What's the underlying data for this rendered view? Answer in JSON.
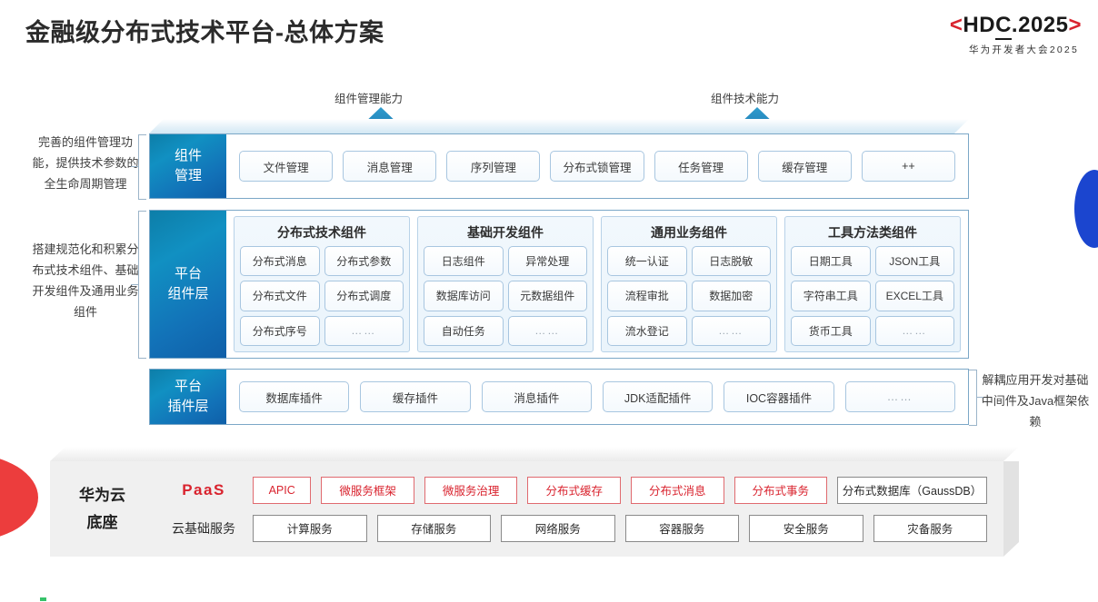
{
  "header": {
    "title": "金融级分布式技术平台-总体方案",
    "logo": {
      "bracket_left": "<",
      "text_a": "HD",
      "text_b": "C",
      "text_c": ".2025",
      "bracket_right": ">",
      "subtitle": "华为开发者大会2025",
      "bracket_color": "#d9232e"
    }
  },
  "capabilities": [
    {
      "label": "组件管理能力"
    },
    {
      "label": "组件技术能力"
    }
  ],
  "annotations": {
    "left": [
      "完善的组件管理功能，提供技术参数的全生命周期管理",
      "搭建规范化和积累分布式技术组件、基础开发组件及通用业务组件"
    ],
    "right": [
      "解耦应用开发对基础中间件及Java框架依赖"
    ]
  },
  "layers": [
    {
      "id": "component-management",
      "label": "组件\n管理",
      "label_lines": [
        "组件",
        "管理"
      ],
      "items": [
        "文件管理",
        "消息管理",
        "序列管理",
        "分布式锁管理",
        "任务管理",
        "缓存管理",
        "++"
      ]
    },
    {
      "id": "platform-component",
      "label_lines": [
        "平台",
        "组件层"
      ],
      "groups": [
        {
          "title": "分布式技术组件",
          "items": [
            "分布式消息",
            "分布式参数",
            "分布式文件",
            "分布式调度",
            "分布式序号",
            "……"
          ]
        },
        {
          "title": "基础开发组件",
          "items": [
            "日志组件",
            "异常处理",
            "数据库访问",
            "元数据组件",
            "自动任务",
            "……"
          ]
        },
        {
          "title": "通用业务组件",
          "items": [
            "统一认证",
            "日志脱敏",
            "流程审批",
            "数据加密",
            "流水登记",
            "……"
          ]
        },
        {
          "title": "工具方法类组件",
          "items": [
            "日期工具",
            "JSON工具",
            "字符串工具",
            "EXCEL工具",
            "货币工具",
            "……"
          ]
        }
      ]
    },
    {
      "id": "platform-plugin",
      "label_lines": [
        "平台",
        "插件层"
      ],
      "items": [
        "数据库插件",
        "缓存插件",
        "消息插件",
        "JDK适配插件",
        "IOC容器插件",
        "……"
      ]
    }
  ],
  "base": {
    "title_lines": [
      "华为云",
      "底座"
    ],
    "rows": [
      {
        "tag": "PaaS",
        "tag_style": "red",
        "items": [
          {
            "label": "APIC",
            "style": "red"
          },
          {
            "label": "微服务框架",
            "style": "red"
          },
          {
            "label": "微服务治理",
            "style": "red"
          },
          {
            "label": "分布式缓存",
            "style": "red"
          },
          {
            "label": "分布式消息",
            "style": "red"
          },
          {
            "label": "分布式事务",
            "style": "red"
          },
          {
            "label": "分布式数据库（GaussDB）",
            "style": "gray"
          }
        ]
      },
      {
        "tag": "云基础服务",
        "tag_style": "plain",
        "items": [
          {
            "label": "计算服务",
            "style": "gray"
          },
          {
            "label": "存储服务",
            "style": "gray"
          },
          {
            "label": "网络服务",
            "style": "gray"
          },
          {
            "label": "容器服务",
            "style": "gray"
          },
          {
            "label": "安全服务",
            "style": "gray"
          },
          {
            "label": "灾备服务",
            "style": "gray"
          }
        ]
      }
    ]
  },
  "colors": {
    "accent_red": "#d9232e",
    "accent_blue": "#1272b8",
    "deco_blue": "#1b45cf",
    "deco_red": "#ec3d3d",
    "deco_green": "#36c26a"
  }
}
